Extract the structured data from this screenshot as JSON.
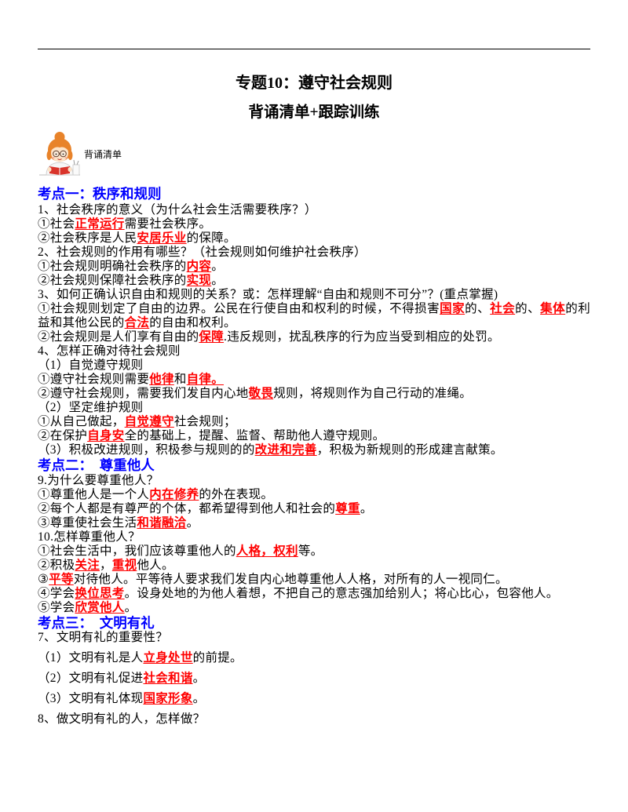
{
  "header": {
    "title": "专题10：遵守社会规则",
    "subtitle": "背诵清单+跟踪训练"
  },
  "badge": {
    "icon": "girl-reading-icon",
    "label": "背诵清单"
  },
  "colors": {
    "text": "#000000",
    "heading": "#0000ff",
    "key_term": "#ff0000"
  },
  "sections": [
    {
      "heading": "考点一：秩序和规则",
      "lines": [
        [
          {
            "text": "1、社会秩序的意义（为什么社会生活需要秩序？）"
          }
        ],
        [
          {
            "text": "①社会"
          },
          {
            "text": "正常运行",
            "key": true
          },
          {
            "text": "需要社会秩序。"
          }
        ],
        [
          {
            "text": "②社会秩序是人民"
          },
          {
            "text": "安居乐业",
            "key": true
          },
          {
            "text": "的保障。"
          }
        ],
        [
          {
            "text": "2、社会规则的作用有哪些？（社会规则如何维护社会秩序）"
          }
        ],
        [
          {
            "text": "①社会规则明确社会秩序的"
          },
          {
            "text": "内容",
            "key": true
          },
          {
            "text": "。"
          }
        ],
        [
          {
            "text": "②社会规则保障社会秩序的"
          },
          {
            "text": "实现",
            "key": true
          },
          {
            "text": "。"
          }
        ],
        [
          {
            "text": "3、如何正确认识自由和规则的关系？或：怎样理解“自由和规则不可分”？(重点掌握)"
          }
        ],
        [
          {
            "text": "①社会规则划定了自由的边界。公民在行使自由和权利的时候，不得损害"
          },
          {
            "text": "国家",
            "key": true
          },
          {
            "text": "的、"
          },
          {
            "text": "社会",
            "key": true
          },
          {
            "text": "的、"
          },
          {
            "text": "集体",
            "key": true
          },
          {
            "text": "的利益和其他公民的"
          },
          {
            "text": "合法",
            "key": true
          },
          {
            "text": "的自由和权利。"
          }
        ],
        [
          {
            "text": "②社会规则是人们享有自由的"
          },
          {
            "text": "保障",
            "key": true
          },
          {
            "text": ".违反规则，扰乱秩序的行为应当受到相应的处罚。"
          }
        ],
        [
          {
            "text": "4、怎样正确对待社会规则"
          }
        ],
        [
          {
            "text": "（1）自觉遵守规则"
          }
        ],
        [
          {
            "text": "①遵守社会规则需要"
          },
          {
            "text": "他律",
            "key": true
          },
          {
            "text": "和"
          },
          {
            "text": "自律。",
            "key": true
          }
        ],
        [
          {
            "text": "②遵守社会规则，需要我们发自内心地"
          },
          {
            "text": "敬畏",
            "key": true
          },
          {
            "text": "规则，将规则作为自己行动的准绳。"
          }
        ],
        [
          {
            "text": "（2）坚定维护规则"
          }
        ],
        [
          {
            "text": "①从自己做起，"
          },
          {
            "text": "自觉遵守",
            "key": true
          },
          {
            "text": "社会规则；"
          }
        ],
        [
          {
            "text": "②在保护"
          },
          {
            "text": "自身安",
            "key": true
          },
          {
            "text": "全的基础上，提醒、监督、帮助他人遵守规则。"
          }
        ],
        [
          {
            "text": "（3）积极改进规则，积极参与规则的的"
          },
          {
            "text": "改进和完善",
            "key": true
          },
          {
            "text": "，积极为新规则的形成建言献策。"
          }
        ]
      ]
    },
    {
      "heading": "考点二：  尊重他人",
      "lines": [
        [
          {
            "text": "9.为什么要尊重他人？"
          }
        ],
        [
          {
            "text": "①尊重他人是一个人"
          },
          {
            "text": "内在修养",
            "key": true
          },
          {
            "text": "的外在表现。"
          }
        ],
        [
          {
            "text": "②每个人都是有尊严的个体，都希望得到他人和社会的"
          },
          {
            "text": "尊重",
            "key": true
          },
          {
            "text": "。"
          }
        ],
        [
          {
            "text": "③尊重使社会生活"
          },
          {
            "text": "和谐融洽",
            "key": true
          },
          {
            "text": "。"
          }
        ],
        [
          {
            "text": "10.怎样尊重他人？"
          }
        ],
        [
          {
            "text": "①社会生活中，我们应该尊重他人的"
          },
          {
            "text": "人格，权利",
            "key": true
          },
          {
            "text": "等。"
          }
        ],
        [
          {
            "text": "②积极"
          },
          {
            "text": "关注",
            "key": true
          },
          {
            "text": "，"
          },
          {
            "text": "重视",
            "key": true
          },
          {
            "text": "他人。"
          }
        ],
        [
          {
            "text": "③"
          },
          {
            "text": "平等",
            "key": true
          },
          {
            "text": "对待他人。平等待人要求我们发自内心地尊重他人人格，对所有的人一视同仁。"
          }
        ],
        [
          {
            "text": "④学会"
          },
          {
            "text": "换位思考",
            "key": true
          },
          {
            "text": "。设身处地的为他人着想，不把自己的意志强加给别人；将心比心，包容他人。"
          }
        ],
        [
          {
            "text": "⑤学会"
          },
          {
            "text": "欣赏他人",
            "key": true
          },
          {
            "text": "。"
          }
        ]
      ]
    },
    {
      "heading": "考点三：  文明有礼",
      "lines": [
        [
          {
            "text": "7、文明有礼的重要性？"
          }
        ],
        [
          {
            "text": "（1）文明有礼是人"
          },
          {
            "text": "立身处世",
            "key": true
          },
          {
            "text": "的前提。"
          }
        ],
        [
          {
            "text": "（2）文明有礼促进"
          },
          {
            "text": "社会和谐",
            "key": true
          },
          {
            "text": "。"
          }
        ],
        [
          {
            "text": "（3）文明有礼体现"
          },
          {
            "text": "国家形象",
            "key": true
          },
          {
            "text": "。"
          }
        ],
        [
          {
            "text": "8、做文明有礼的人，怎样做？"
          }
        ]
      ]
    }
  ]
}
